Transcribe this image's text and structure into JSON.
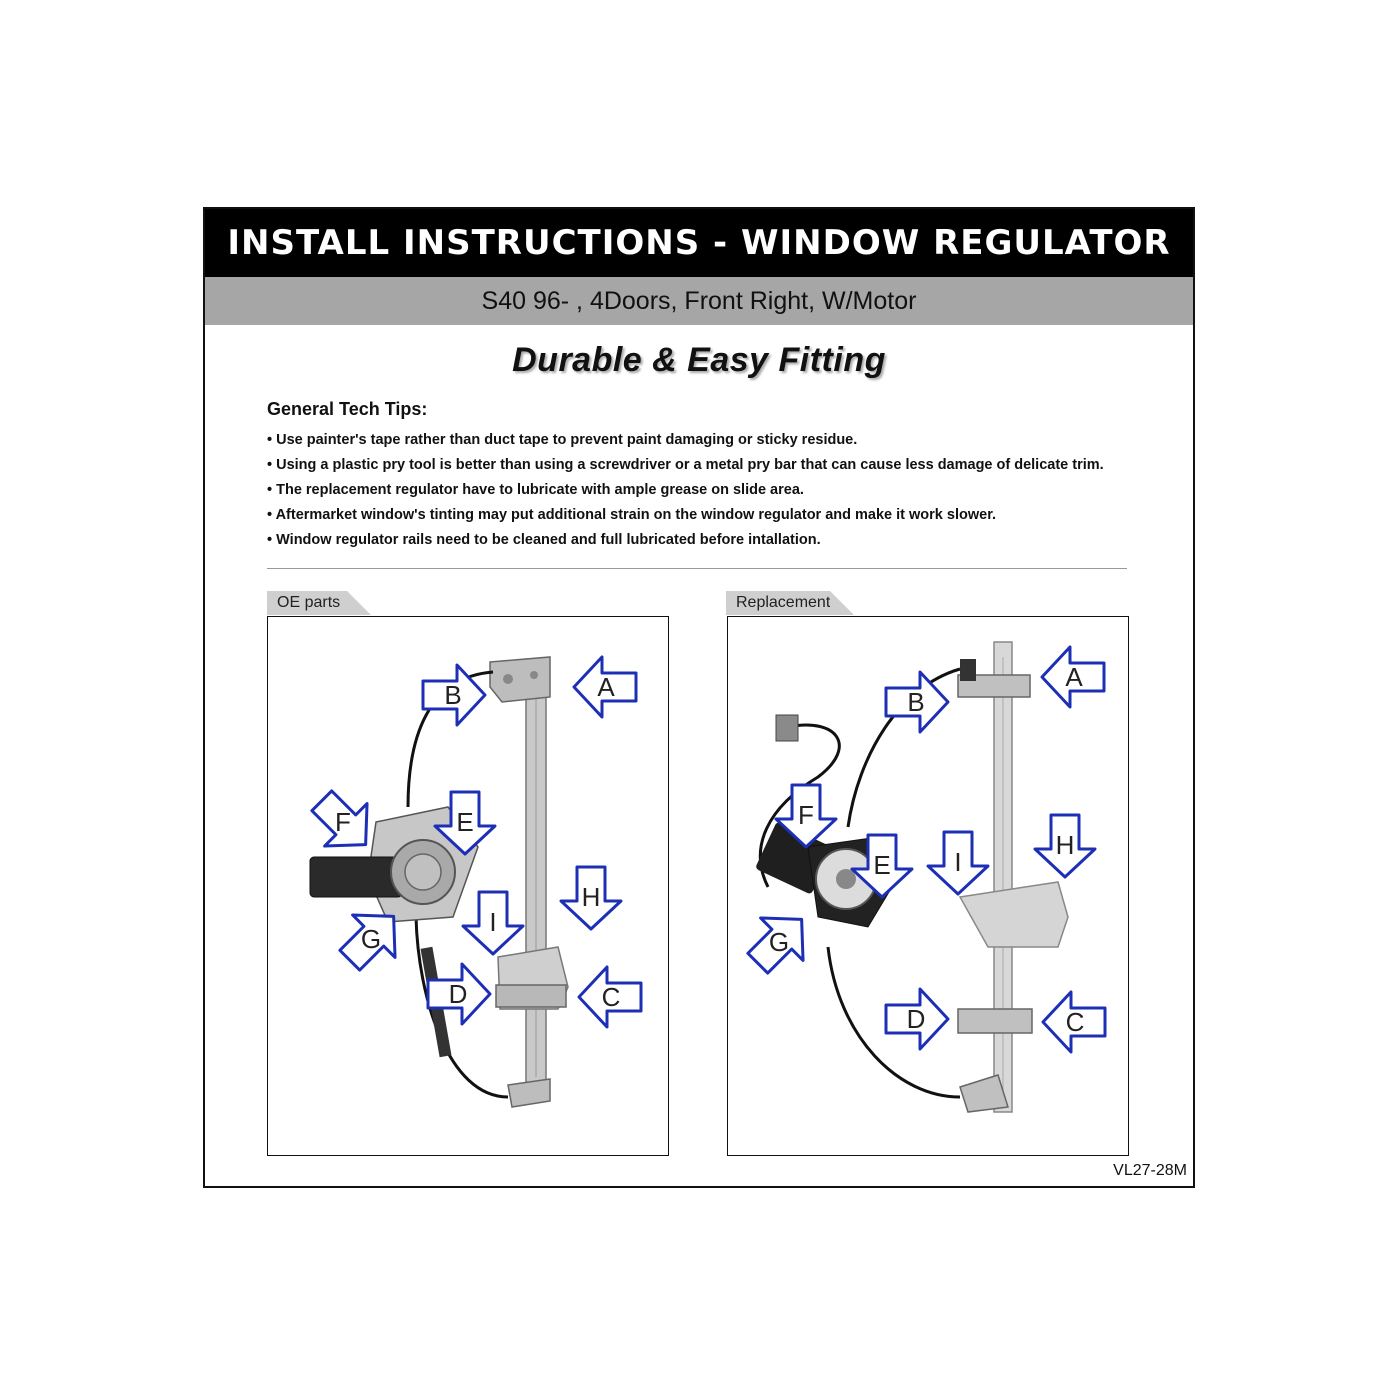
{
  "header": {
    "title": "INSTALL INSTRUCTIONS - WINDOW REGULATOR",
    "subtitle": "S40  96- , 4Doors, Front Right, W/Motor",
    "tagline": "Durable  &  Easy Fitting"
  },
  "tips": {
    "heading": "General Tech Tips:",
    "items": [
      "Use painter's tape rather than duct tape to prevent paint damaging or sticky residue.",
      "Using a plastic pry tool is better than using a screwdriver or a metal pry bar that can cause less damage of delicate trim.",
      "The replacement regulator have to lubricate with ample grease on slide area.",
      "Aftermarket window's tinting may put additional strain on the window regulator and make it work slower.",
      "Window regulator rails need to be cleaned and full lubricated before intallation."
    ]
  },
  "panels": {
    "oe": {
      "label": "OE parts"
    },
    "replacement": {
      "label": "Replacement"
    }
  },
  "callouts": {
    "a": "A",
    "b": "B",
    "c": "C",
    "d": "D",
    "e": "E",
    "f": "F",
    "g": "G",
    "h": "H",
    "i": "I"
  },
  "footer": {
    "part_number": "VL27-28M"
  },
  "colors": {
    "arrow_stroke": "#1c2fb5",
    "header_bg": "#000000",
    "subheader_bg": "#a6a6a6"
  }
}
